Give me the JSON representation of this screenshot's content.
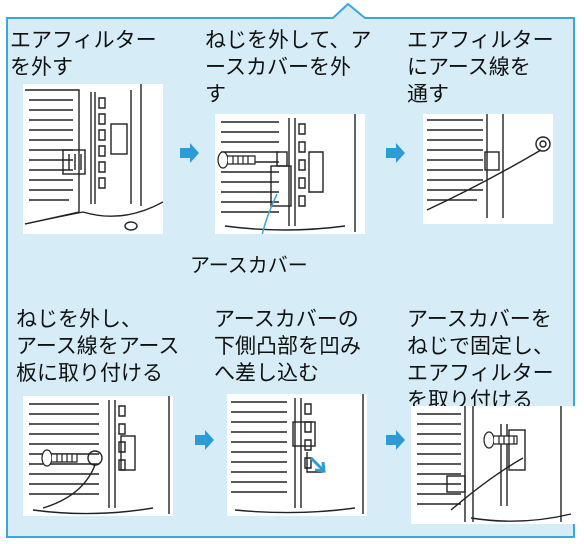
{
  "steps": [
    {
      "text": "エアフィルター\nを外す"
    },
    {
      "text": "ねじを外して、ア\nースカバーを外\nす"
    },
    {
      "text": "エアフィルター\nにアース線を\n通す"
    },
    {
      "text": "ねじを外し、\nアース線をアース\n板に取り付ける"
    },
    {
      "text": "アースカバーの\n下側凸部を凹み\nへ差し込む"
    },
    {
      "text": "アースカバーを\nねじで固定し、\nエアフィルター\nを取り付ける"
    }
  ],
  "callout": {
    "label": "アースカバー"
  },
  "colors": {
    "panel_bg": "#d6edf7",
    "panel_border": "#3aa8dc",
    "arrow": "#2d9bd6"
  }
}
